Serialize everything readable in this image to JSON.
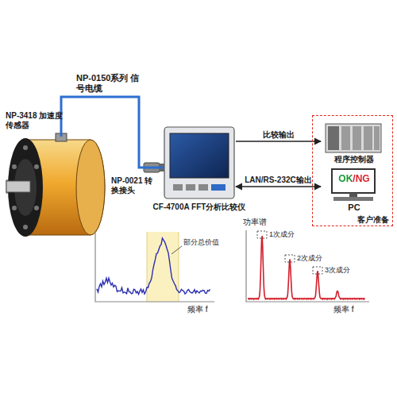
{
  "diagram": {
    "nodes": [
      {
        "text": [
          "NP-3418 加速度传感器"
        ]
      },
      {
        "text": [
          "CF-4700A FFT分析比较仪"
        ]
      },
      {
        "text": [
          "客户准备"
        ]
      },
      {
        "text": [
          "程序控制器"
        ],
        "in": 2
      },
      {
        "text": [
          "OK/NG",
          "PC"
        ],
        "in": 2
      }
    ],
    "edges": [
      {
        "from": 0,
        "to": 1,
        "arrow": "none",
        "label": "NP-0150系列 信号电缆"
      },
      {
        "from": 1,
        "to": 3,
        "arrow": "to",
        "label": "比较输出"
      },
      {
        "from": 1,
        "to": 4,
        "arrow": "both",
        "label": "LAN/RS-232C输出"
      }
    ],
    "labels": [
      "NP-0021 转换接头",
      "部分总价值",
      "频率 f",
      "功率谱",
      "1次成分",
      "2次成分",
      "3次成分",
      "频率 f"
    ]
  }
}
